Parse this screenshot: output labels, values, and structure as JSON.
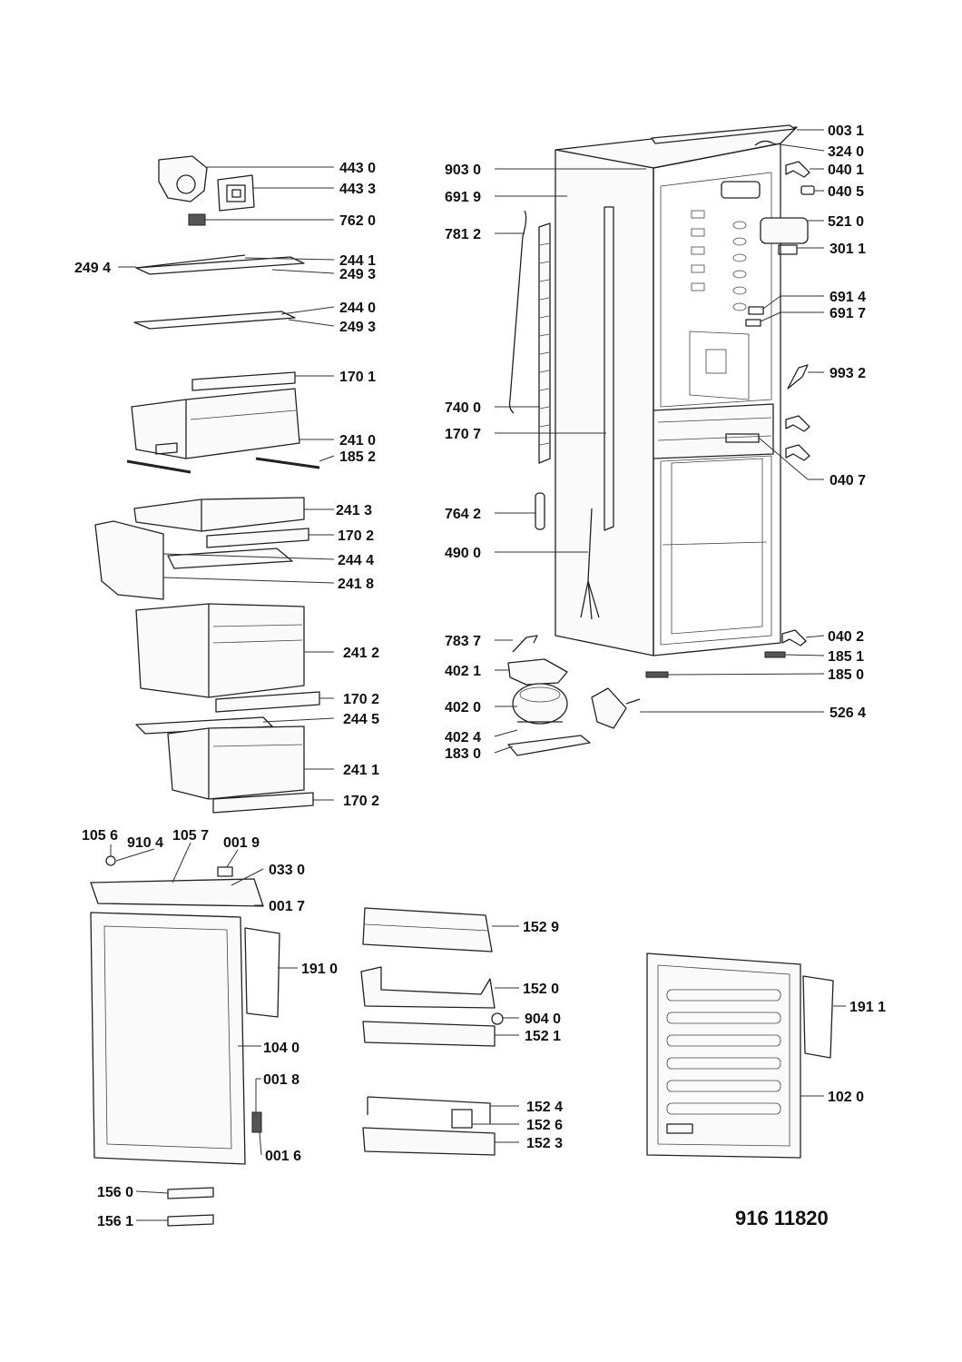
{
  "labels": {
    "l4430": "443 0",
    "l4433": "443 3",
    "l7620": "762 0",
    "l2494": "249 4",
    "l2441": "244 1",
    "l2493a": "249 3",
    "l2440": "244 0",
    "l2493b": "249 3",
    "l1701": "170 1",
    "l2410": "241 0",
    "l1852": "185 2",
    "l2413": "241 3",
    "l1702a": "170 2",
    "l2444": "244 4",
    "l2418": "241 8",
    "l2412": "241 2",
    "l1702b": "170 2",
    "l2445": "244 5",
    "l2411": "241 1",
    "l1702c": "170 2",
    "l9030": "903 0",
    "l6919": "691 9",
    "l7812": "781 2",
    "l7400": "740 0",
    "l1707": "170 7",
    "l7642": "764 2",
    "l4900": "490 0",
    "l7837": "783 7",
    "l4021": "402 1",
    "l4020": "402 0",
    "l4024": "402 4",
    "l1830": "183 0",
    "l0031": "003 1",
    "l3240": "324 0",
    "l0401": "040 1",
    "l0405": "040 5",
    "l5210": "521 0",
    "l3011": "301 1",
    "l6914": "691 4",
    "l6917": "691 7",
    "l9932": "993 2",
    "l0407": "040 7",
    "l0402": "040 2",
    "l1851": "185 1",
    "l1850": "185 0",
    "l5264": "526 4",
    "l1056": "105 6",
    "l9104": "910 4",
    "l1057": "105 7",
    "l0019": "001 9",
    "l0330": "033 0",
    "l0017": "001 7",
    "l1910": "191 0",
    "l1040": "104 0",
    "l0018": "001 8",
    "l0016": "001 6",
    "l1560": "156 0",
    "l1561": "156 1",
    "l1529": "152 9",
    "l1520": "152 0",
    "l9040": "904 0",
    "l1521": "152 1",
    "l1524": "152 4",
    "l1526": "152 6",
    "l1523": "152 3",
    "l1911": "191 1",
    "l1020": "102 0"
  },
  "diagram_code": "916 11820",
  "colors": {
    "line": "#222222",
    "background": "#ffffff"
  }
}
